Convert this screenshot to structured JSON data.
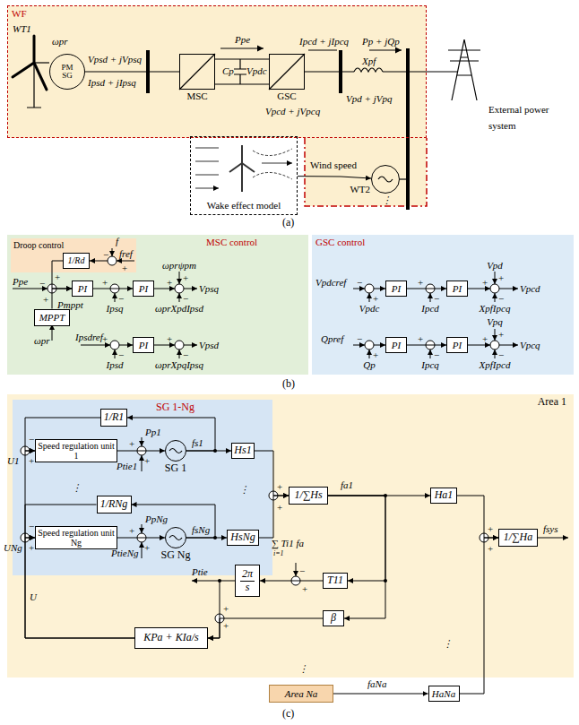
{
  "diagram": {
    "nodes": [
      {
        "text": [
          "WF"
        ]
      },
      {
        "text": [
          "PM SG"
        ],
        "in": 0
      },
      {
        "text": [
          "MSC"
        ],
        "in": 0
      },
      {
        "text": [
          "GSC"
        ],
        "in": 0
      },
      {
        "text": [
          "WT2"
        ],
        "in": 0
      },
      {
        "text": [
          "Wake effect model"
        ]
      },
      {
        "text": [
          "External power system"
        ]
      },
      {
        "text": [
          "MSC control"
        ]
      },
      {
        "text": [
          "Droop control"
        ],
        "in": 7
      },
      {
        "text": [
          "1/Rd"
        ],
        "in": 8
      },
      {
        "text": [
          "PI"
        ],
        "in": 7
      },
      {
        "text": [
          "PI"
        ],
        "in": 7
      },
      {
        "text": [
          "MPPT"
        ],
        "in": 7
      },
      {
        "text": [
          "PI"
        ],
        "in": 7
      },
      {
        "text": [
          "GSC control"
        ]
      },
      {
        "text": [
          "PI"
        ],
        "in": 14
      },
      {
        "text": [
          "PI"
        ],
        "in": 14
      },
      {
        "text": [
          "PI"
        ],
        "in": 14
      },
      {
        "text": [
          "PI"
        ],
        "in": 14
      },
      {
        "text": [
          "Area 1"
        ]
      },
      {
        "text": [
          "SG 1-Ng"
        ],
        "in": 19
      },
      {
        "text": [
          "1/R1"
        ],
        "in": 20
      },
      {
        "text": [
          "Speed regulation unit 1"
        ],
        "in": 20
      },
      {
        "text": [
          "SG 1"
        ],
        "in": 20
      },
      {
        "text": [
          "1/RNg"
        ],
        "in": 20
      },
      {
        "text": [
          "Speed regulation unit Ng"
        ],
        "in": 20
      },
      {
        "text": [
          "SG Ng"
        ],
        "in": 20
      },
      {
        "text": [
          "Hs1"
        ],
        "in": 19
      },
      {
        "text": [
          "HsNg"
        ],
        "in": 19
      },
      {
        "text": [
          "1/∑Hs"
        ],
        "in": 19
      },
      {
        "text": [
          "Ha1"
        ],
        "in": 19
      },
      {
        "text": [
          "2π",
          "s"
        ],
        "in": 19
      },
      {
        "text": [
          "T11"
        ],
        "in": 19
      },
      {
        "text": [
          "β"
        ],
        "in": 19
      },
      {
        "text": [
          "KPa + KIa/s"
        ],
        "in": 19
      },
      {
        "text": [
          "1/∑Ha"
        ],
        "in": 19
      },
      {
        "text": [
          "Area Na"
        ]
      },
      {
        "text": [
          "HaNa"
        ]
      }
    ],
    "edges": [
      {
        "from": 5,
        "to": 4,
        "arrow": "to",
        "label": "Wind speed"
      },
      {
        "from": 9,
        "to": 10,
        "arrow": "to"
      },
      {
        "from": 12,
        "to": 10,
        "arrow": "to"
      },
      {
        "from": 10,
        "to": 11,
        "arrow": "to"
      },
      {
        "from": 15,
        "to": 16,
        "arrow": "to"
      },
      {
        "from": 17,
        "to": 18,
        "arrow": "to"
      },
      {
        "from": 21,
        "to": 22,
        "arrow": "to"
      },
      {
        "from": 22,
        "to": 23,
        "arrow": "to"
      },
      {
        "from": 23,
        "to": 27,
        "arrow": "to"
      },
      {
        "from": 23,
        "to": 21,
        "arrow": "to"
      },
      {
        "from": 24,
        "to": 25,
        "arrow": "to"
      },
      {
        "from": 25,
        "to": 26,
        "arrow": "to"
      },
      {
        "from": 26,
        "to": 28,
        "arrow": "to"
      },
      {
        "from": 26,
        "to": 24,
        "arrow": "to"
      },
      {
        "from": 27,
        "to": 29,
        "arrow": "to"
      },
      {
        "from": 28,
        "to": 29,
        "arrow": "to"
      },
      {
        "from": 29,
        "to": 30,
        "arrow": "to"
      },
      {
        "from": 29,
        "to": 32,
        "arrow": "to"
      },
      {
        "from": 29,
        "to": 33,
        "arrow": "to"
      },
      {
        "from": 32,
        "to": 31,
        "arrow": "to"
      },
      {
        "from": 31,
        "to": 34,
        "arrow": "to"
      },
      {
        "from": 33,
        "to": 34,
        "arrow": "to"
      },
      {
        "from": 34,
        "to": 22,
        "arrow": "to"
      },
      {
        "from": 34,
        "to": 25,
        "arrow": "to"
      },
      {
        "from": 30,
        "to": 35,
        "arrow": "to"
      },
      {
        "from": 36,
        "to": 37,
        "arrow": "to"
      },
      {
        "from": 37,
        "to": 35,
        "arrow": "to"
      }
    ],
    "labels": [
      "WT1",
      "ωpr",
      "Vpsd + jVpsq",
      "Ipsd + jIpsq",
      "Ppe",
      "Cp",
      "Vpdc",
      "Ipcd + jIpcq",
      "Xpf",
      "Pp + jQp",
      "Vpcd + jVpcq",
      "Vpd + jVpq",
      "⋮",
      "(a)",
      "f",
      "fref",
      "Ppe",
      "Pmppt",
      "ωpr",
      "Ipsq",
      "ωprψpm",
      "ωprXpdIpsd",
      "Vpsq",
      "Ipsdref",
      "Ipsd",
      "ωprXpqIpsq",
      "Vpsd",
      "Vpdcref",
      "Vpdc",
      "Ipcd",
      "Vpd",
      "XpfIpcq",
      "Vpcd",
      "Qpref",
      "Qp",
      "Ipcq",
      "Vpq",
      "XpfIpcd",
      "Vpcq",
      "(b)",
      "Pp1",
      "Ptie1",
      "fs1",
      "U1",
      "⋮",
      "PpNg",
      "PtieNg",
      "fsNg",
      "UNg",
      "⋮",
      "∑ Ti1 fa",
      "i=1",
      "fa1",
      "Ptie",
      "U",
      "fsys",
      "⋮",
      "⋮",
      "faNa",
      "(c)",
      "−",
      "+",
      "−",
      "+",
      "+",
      "+",
      "−",
      "+",
      "+",
      "−",
      "+",
      "−",
      "+",
      "−",
      "−",
      "+",
      "+",
      "−",
      "+",
      "+",
      "−",
      "−",
      "+",
      "+",
      "−",
      "+",
      "+",
      "−",
      "−",
      "+",
      "−",
      "+",
      "+",
      "+",
      "+",
      "+",
      "+",
      "+",
      "−",
      "+",
      "+",
      "+",
      "+",
      "+"
    ]
  }
}
